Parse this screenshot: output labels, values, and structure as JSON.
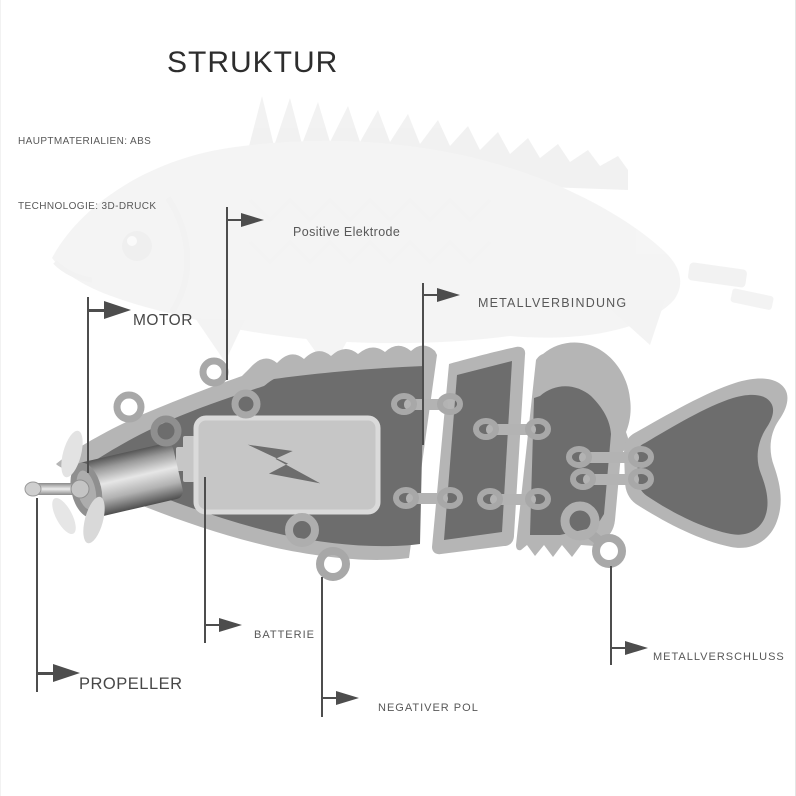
{
  "page": {
    "title": "STRUKTUR"
  },
  "specs": {
    "materials": "HAUPTMATERIALIEN: ABS",
    "technology": "TECHNOLOGIE: 3D-DRUCK"
  },
  "callouts": [
    {
      "id": "positive-electrode",
      "label": "Positive Elektrode"
    },
    {
      "id": "metal-connection",
      "label": "METALLVERBINDUNG"
    },
    {
      "id": "motor",
      "label": "MOTOR"
    },
    {
      "id": "battery",
      "label": "BATTERIE"
    },
    {
      "id": "negative-pole",
      "label": "NEGATIVER POL"
    },
    {
      "id": "propeller",
      "label": "PROPELLER"
    },
    {
      "id": "metal-clasp",
      "label": "METALLVERSCHLUSS"
    }
  ],
  "icons": {
    "battery_symbol": "lightning-bolt-icon"
  },
  "colors": {
    "background": "#ffffff",
    "title_text": "#2d2d2d",
    "label_text": "#585858",
    "callout_line": "#4d4d4d",
    "body_dark": "#6d6d6d",
    "body_light": "#b5b5b5",
    "battery_fill": "#c6c6c6",
    "battery_rim": "#dadada",
    "ring_gray": "#a8a8a8"
  }
}
